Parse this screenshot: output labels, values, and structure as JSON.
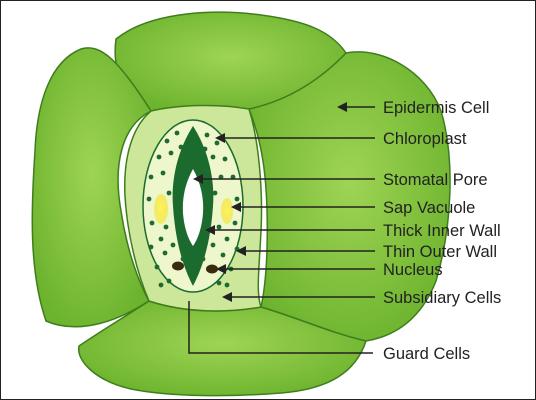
{
  "diagram": {
    "labels": [
      {
        "id": "epidermis",
        "text": "Epidermis Cell"
      },
      {
        "id": "chloroplast",
        "text": "Chloroplast"
      },
      {
        "id": "pore",
        "text": "Stomatal Pore"
      },
      {
        "id": "vacuole",
        "text": "Sap Vacuole"
      },
      {
        "id": "inner-wall",
        "text": "Thick Inner Wall"
      },
      {
        "id": "outer-wall",
        "text": "Thin Outer Wall"
      },
      {
        "id": "nucleus",
        "text": "Nucleus"
      },
      {
        "id": "subsidiary",
        "text": "Subsidiary Cells"
      },
      {
        "id": "guard",
        "text": "Guard Cells"
      }
    ]
  },
  "colors": {
    "epidermis_fill": "#7cc03a",
    "epidermis_stroke": "#3f7d1c",
    "subsidiary_fill": "#cde79a",
    "guard_cell_fill": "#eef6cc",
    "wall_dark": "#1c6b2e",
    "chloroplast": "#1f6a2e",
    "vacuole": "#f4e83a",
    "nucleus": "#3a2a10",
    "pore": "#ffffff",
    "leader_line": "#222222"
  }
}
